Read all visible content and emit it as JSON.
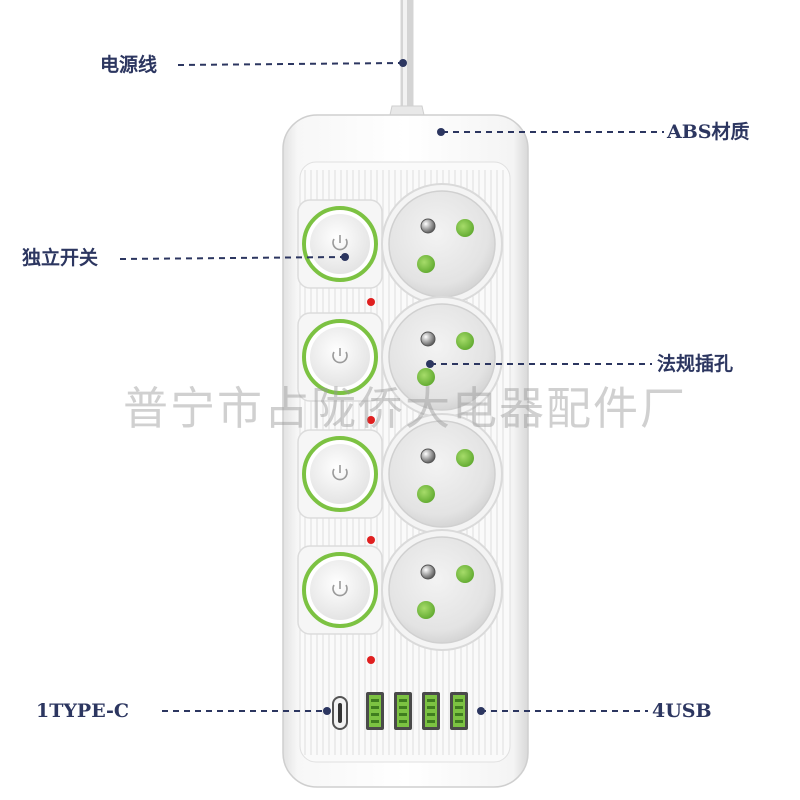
{
  "callouts": {
    "power_cord": "电源线",
    "abs_material": "ABS材质",
    "independent_switch": "独立开关",
    "standard_socket": "法规插孔",
    "type_c_port": "1TYPE-C",
    "usb_ports": "4USB"
  },
  "watermark": "普宁市占陇侨大电器配件厂",
  "product": {
    "switch_count": 4,
    "socket_count": 4,
    "usb_a_count": 4,
    "type_c_count": 1
  },
  "colors": {
    "callout_text": "#2c3660",
    "leader_line": "#2c3660",
    "body": "#ffffff",
    "accent_green": "#7cc242",
    "indicator_red": "#e02020"
  }
}
